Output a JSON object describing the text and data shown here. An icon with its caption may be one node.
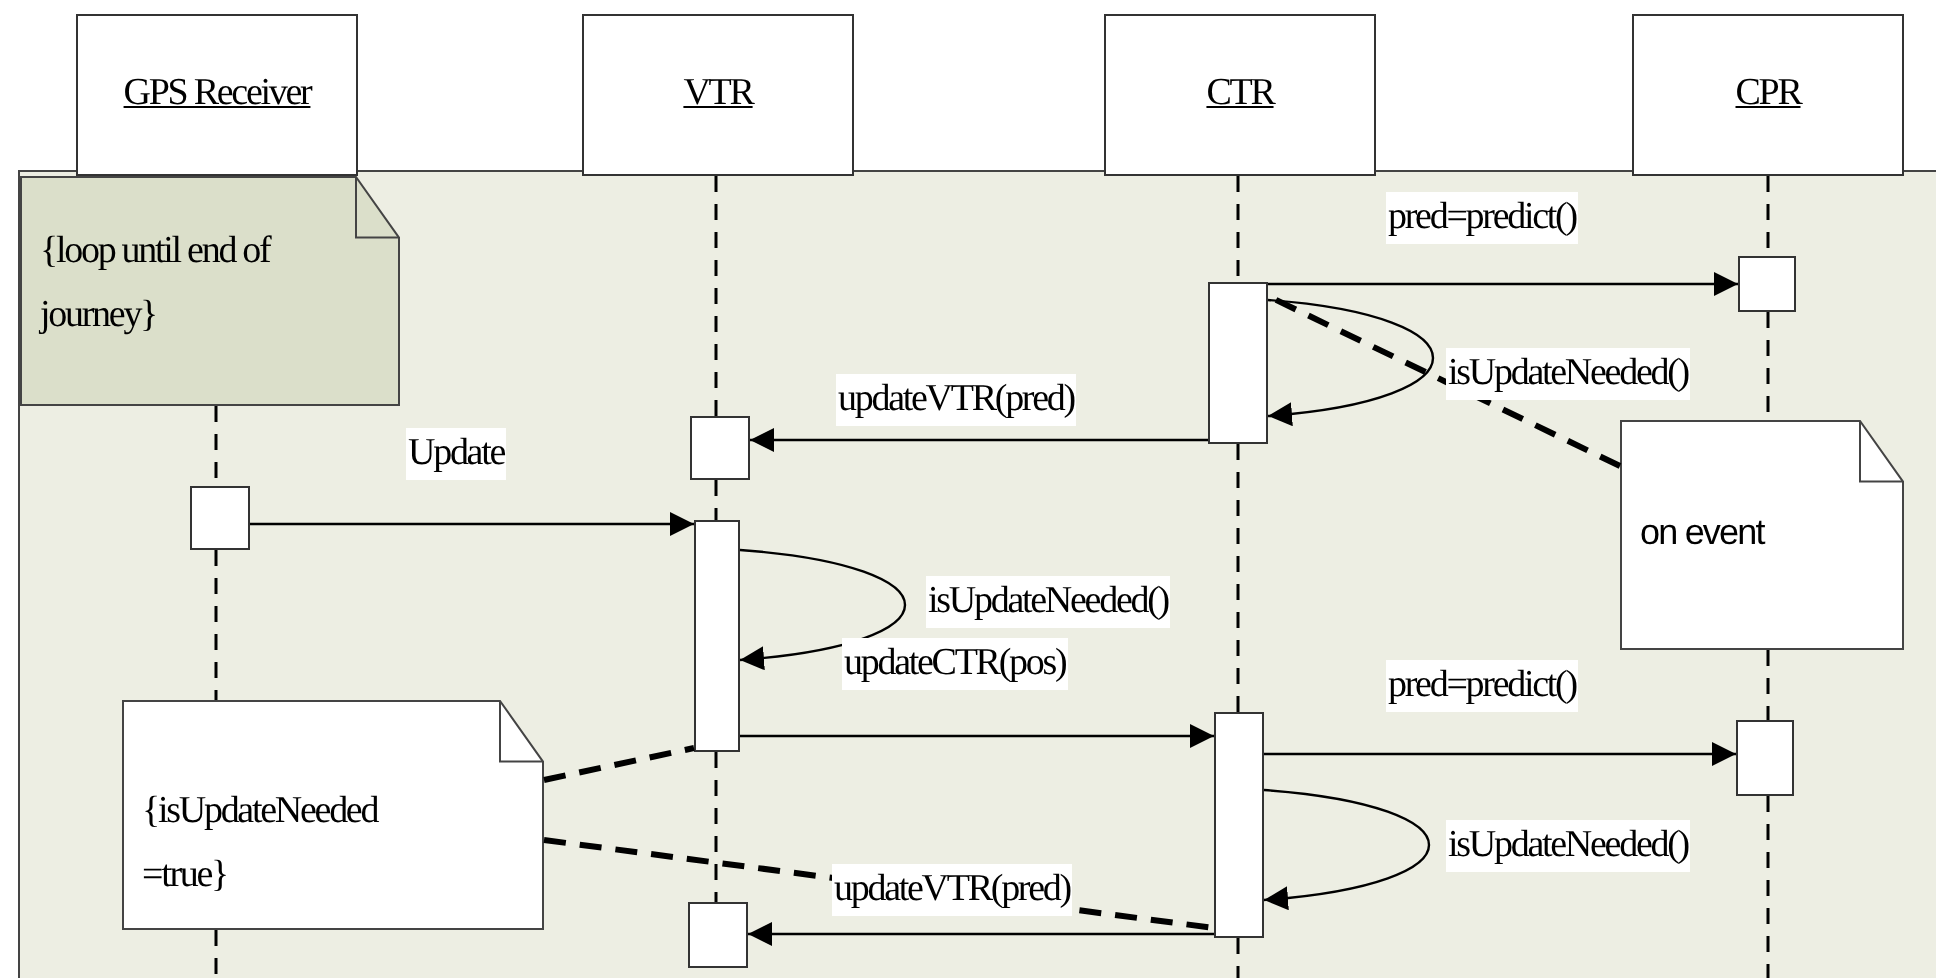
{
  "diagram": {
    "nodes": [
      {
        "text": [
          "GPS Receiver"
        ]
      },
      {
        "text": [
          "VTR"
        ]
      },
      {
        "text": [
          "CTR"
        ]
      },
      {
        "text": [
          "CPR"
        ]
      },
      {
        "text": [
          "{loop until end of journey}"
        ]
      },
      {
        "text": [
          "on event"
        ]
      },
      {
        "text": [
          "{isUpdateNeeded =true}"
        ]
      },
      {
        "text": [],
        "shape": "bar"
      },
      {
        "text": [],
        "shape": "bar"
      },
      {
        "text": [],
        "shape": "bar"
      },
      {
        "text": [],
        "shape": "bar"
      },
      {
        "text": [],
        "shape": "bar"
      },
      {
        "text": [],
        "shape": "bar"
      },
      {
        "text": [],
        "shape": "bar"
      },
      {
        "text": [],
        "shape": "bar"
      }
    ],
    "edges": [
      {
        "from": 11,
        "to": 13,
        "arrow": "to",
        "label": "pred=predict()"
      },
      {
        "from": 11,
        "to": 11,
        "arrow": "to",
        "label": "isUpdateNeeded()"
      },
      {
        "from": 11,
        "to": 8,
        "arrow": "to",
        "label": "updateVTR(pred)"
      },
      {
        "from": 7,
        "to": 9,
        "arrow": "to",
        "label": "Update"
      },
      {
        "from": 9,
        "to": 9,
        "arrow": "to",
        "label": "isUpdateNeeded()"
      },
      {
        "from": 9,
        "to": 12,
        "arrow": "to",
        "label": "updateCTR(pos)"
      },
      {
        "from": 12,
        "to": 14,
        "arrow": "to",
        "label": "pred=predict()"
      },
      {
        "from": 12,
        "to": 12,
        "arrow": "to",
        "label": "isUpdateNeeded()"
      },
      {
        "from": 12,
        "to": 10,
        "arrow": "to",
        "label": "updateVTR(pred)"
      },
      {
        "from": 5,
        "to": 11,
        "arrow": "none",
        "style": "dashed"
      },
      {
        "from": 6,
        "to": 9,
        "arrow": "none",
        "style": "dashed"
      },
      {
        "from": 6,
        "to": 12,
        "arrow": "none",
        "style": "dashed"
      },
      {
        "from": 4,
        "to": 7,
        "arrow": "none",
        "style": "dashed"
      },
      {
        "from": 7,
        "to": 6,
        "arrow": "none",
        "style": "dashed"
      },
      {
        "from": 6,
        "to": null,
        "arrow": "none",
        "style": "dashed"
      },
      {
        "from": 1,
        "to": 8,
        "arrow": "none",
        "style": "dashed"
      },
      {
        "from": 8,
        "to": 9,
        "arrow": "none",
        "style": "dashed"
      },
      {
        "from": 9,
        "to": 10,
        "arrow": "none",
        "style": "dashed"
      },
      {
        "from": 2,
        "to": 11,
        "arrow": "none",
        "style": "dashed"
      },
      {
        "from": 11,
        "to": 12,
        "arrow": "none",
        "style": "dashed"
      },
      {
        "from": 12,
        "to": null,
        "arrow": "none",
        "style": "dashed"
      },
      {
        "from": 3,
        "to": 13,
        "arrow": "none",
        "style": "dashed"
      },
      {
        "from": 13,
        "to": 5,
        "arrow": "none",
        "style": "dashed"
      },
      {
        "from": 5,
        "to": 14,
        "arrow": "none",
        "style": "dashed"
      },
      {
        "from": 14,
        "to": null,
        "arrow": "none",
        "style": "dashed"
      }
    ]
  }
}
